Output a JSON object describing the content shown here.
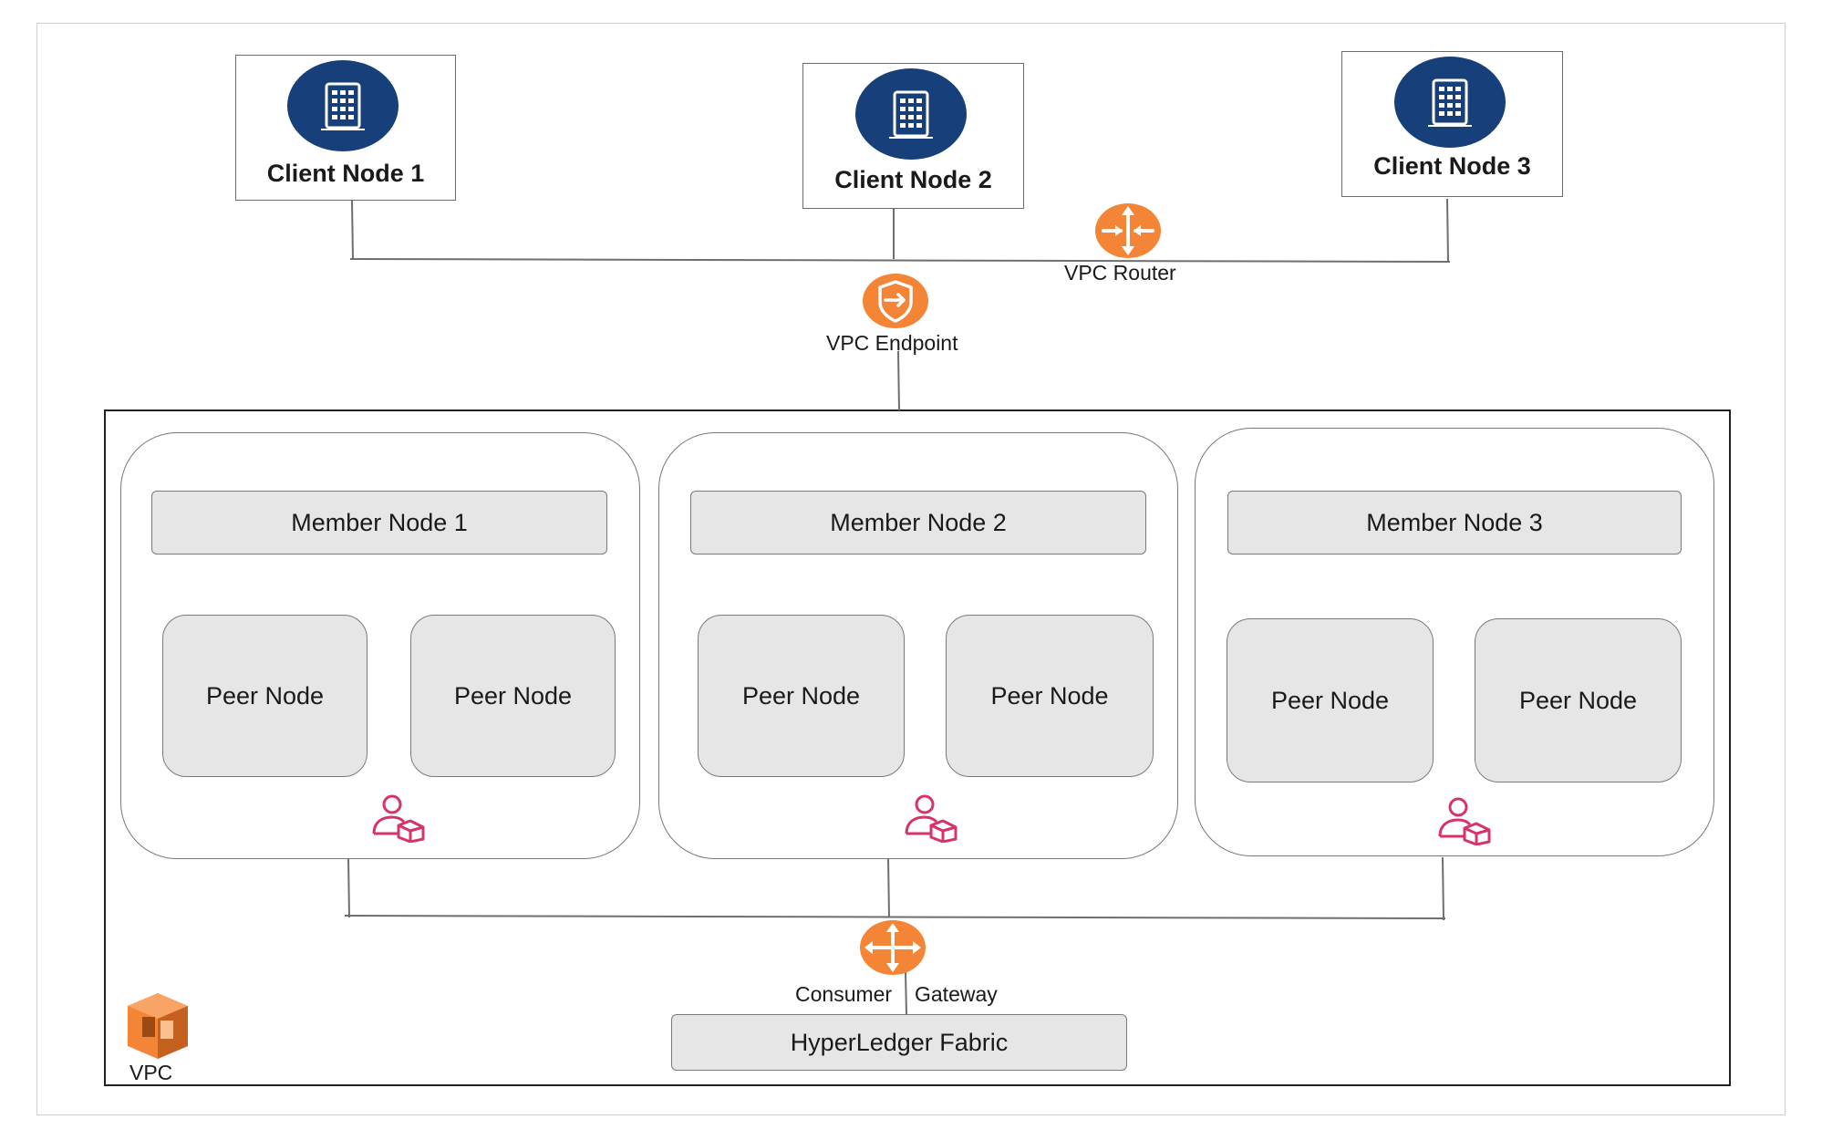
{
  "clients": [
    {
      "label": "Client Node 1",
      "icon": "building-icon"
    },
    {
      "label": "Client Node 2",
      "icon": "building-icon"
    },
    {
      "label": "Client Node 3",
      "icon": "building-icon"
    }
  ],
  "vpc_router": {
    "label": "VPC Router",
    "icon": "router-icon"
  },
  "vpc_endpoint": {
    "label": "VPC Endpoint",
    "icon": "endpoint-icon"
  },
  "members": [
    {
      "title": "Member Node 1",
      "peers": [
        "Peer Node",
        "Peer Node"
      ],
      "icon": "member-user-icon"
    },
    {
      "title": "Member Node 2",
      "peers": [
        "Peer Node",
        "Peer Node"
      ],
      "icon": "member-user-icon"
    },
    {
      "title": "Member Node 3",
      "peers": [
        "Peer Node",
        "Peer Node"
      ],
      "icon": "member-user-icon"
    }
  ],
  "gateway": {
    "label_left": "Consumer",
    "label_right": "Gateway",
    "icon": "gateway-icon"
  },
  "fabric": {
    "label": "HyperLedger Fabric"
  },
  "vpc": {
    "label": "VPC",
    "icon": "vpc-icon"
  },
  "colors": {
    "client_icon": "#173f7a",
    "aws_orange": "#f58536",
    "member_pink": "#d6336c",
    "box_fill": "#e6e6e6"
  }
}
